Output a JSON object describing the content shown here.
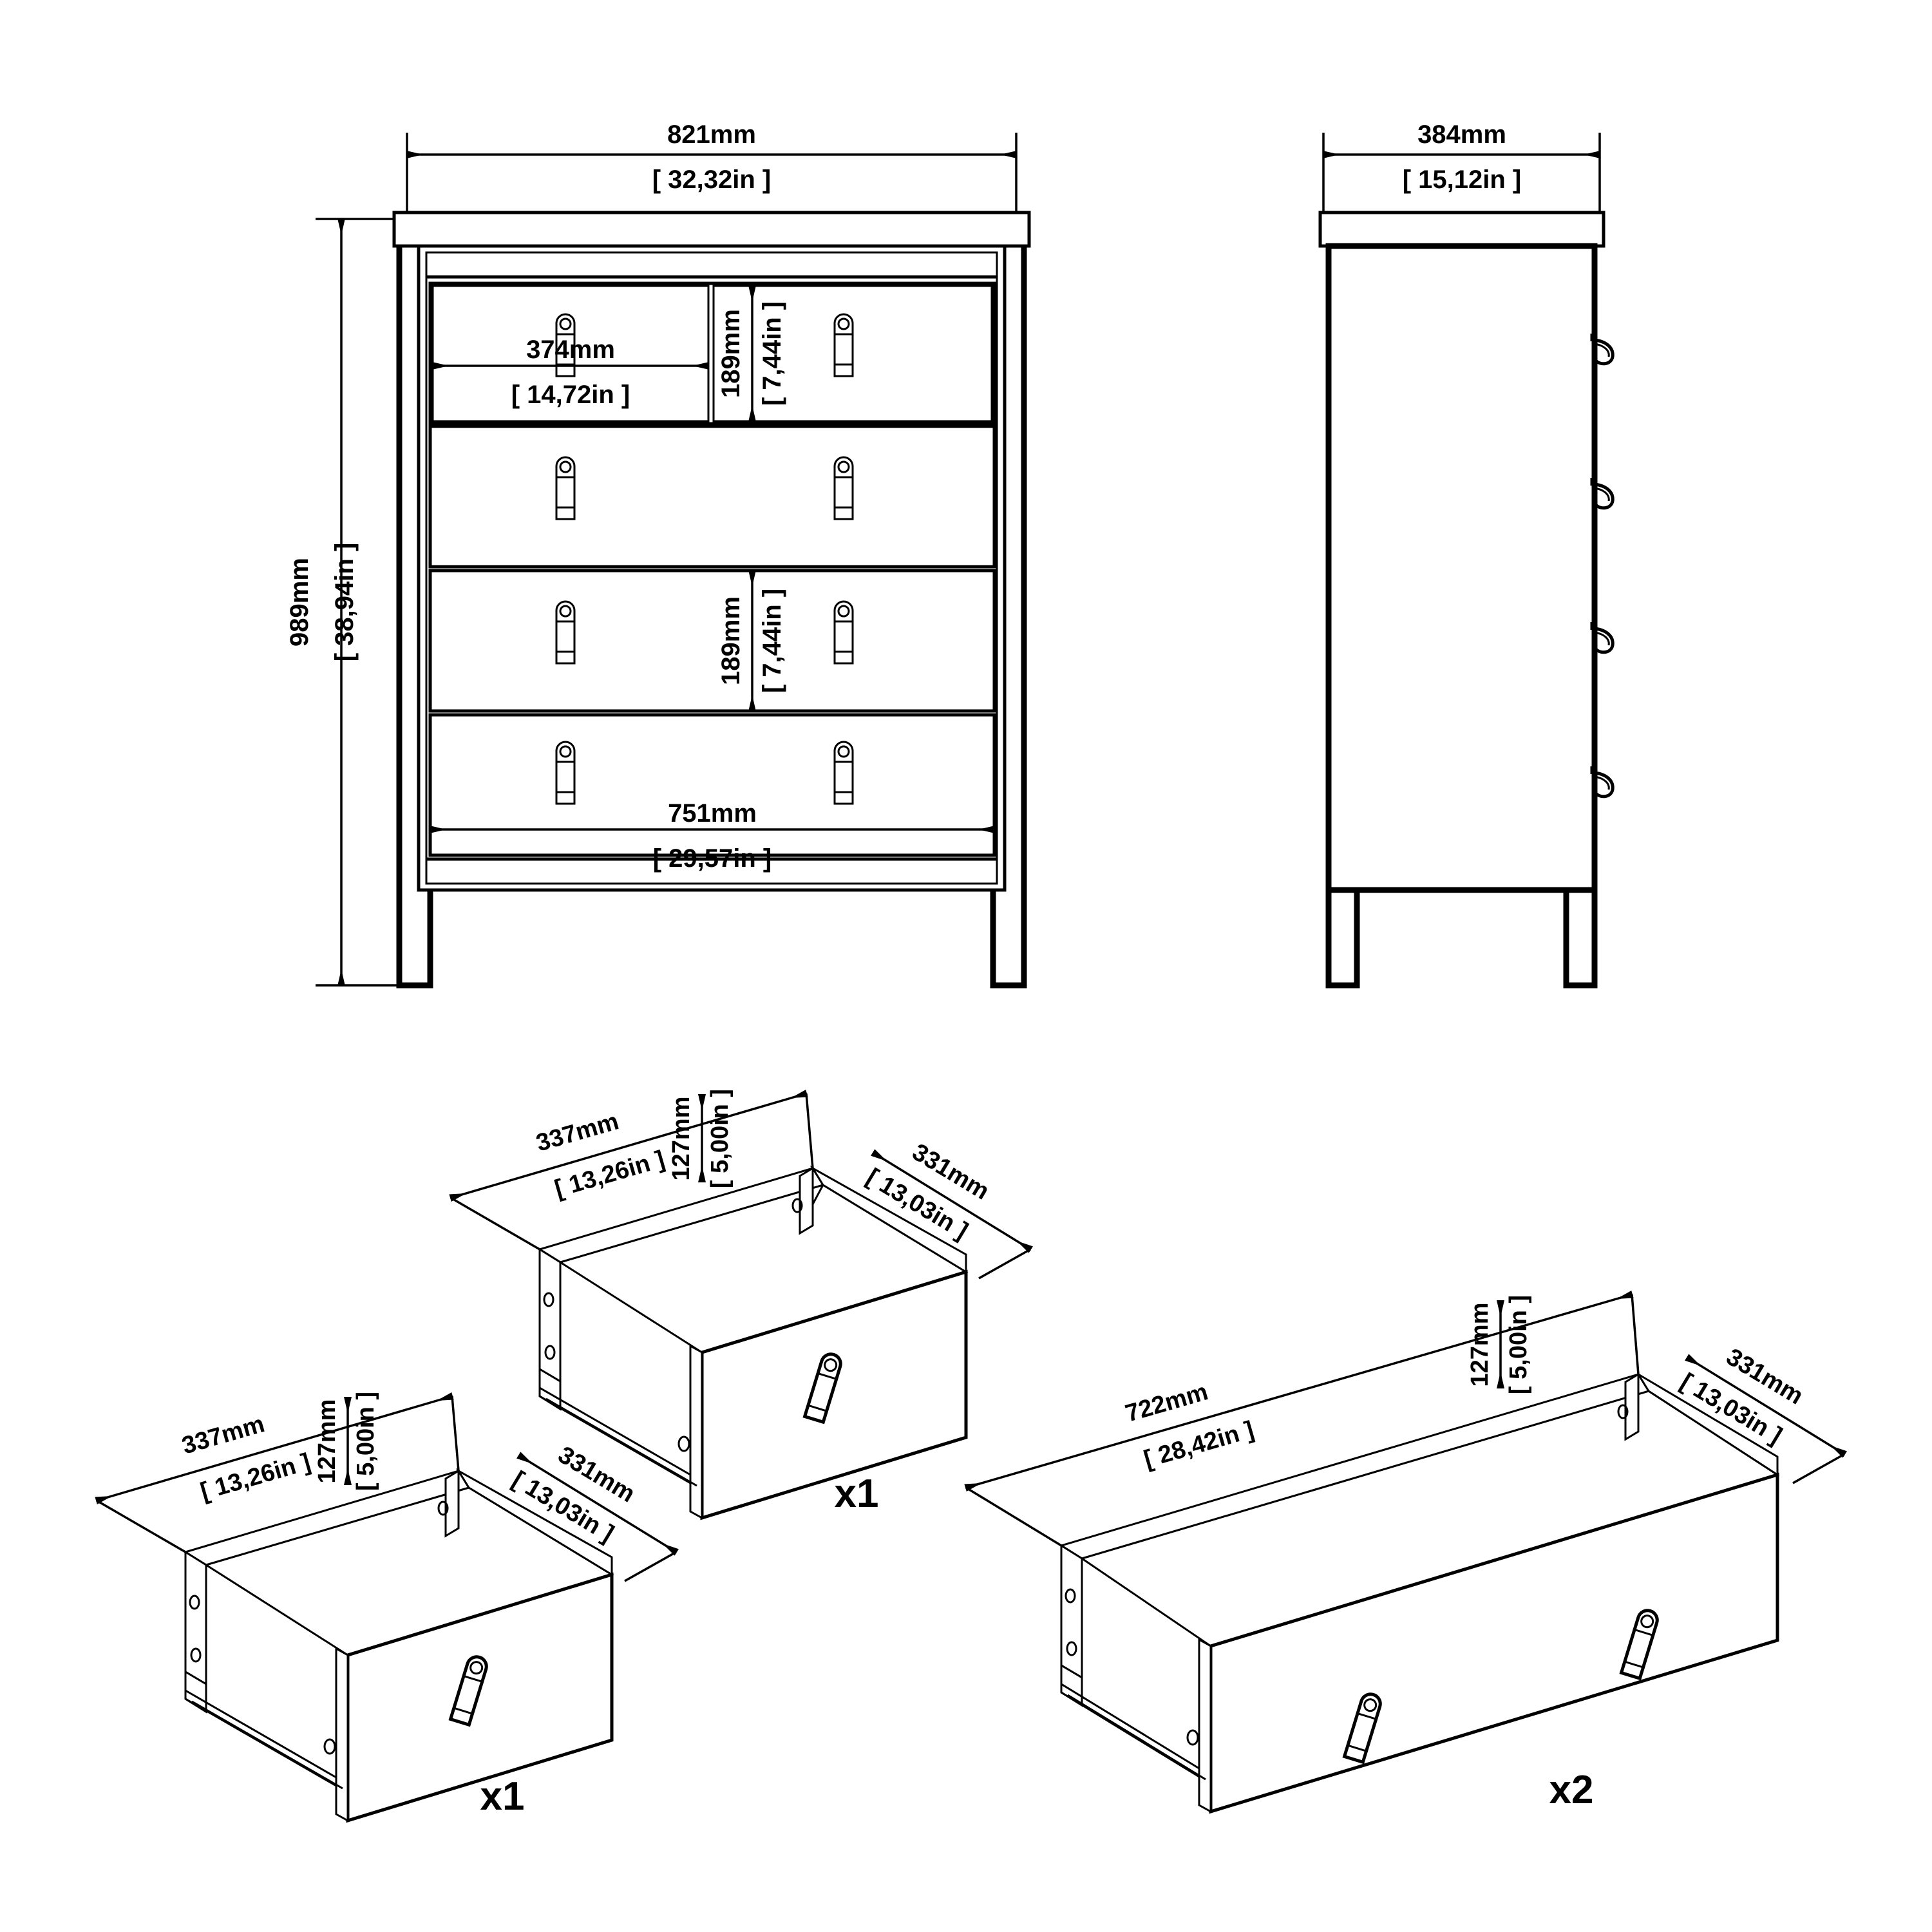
{
  "document": {
    "type": "furniture-assembly-dimension-drawing",
    "product": "5-drawer chest of drawers with leather strap pulls"
  },
  "views": {
    "front": {
      "name": "front-elevation",
      "dimensions": {
        "overall_width": {
          "mm": "821mm",
          "in": "[ 32,32in ]"
        },
        "overall_height": {
          "mm": "989mm",
          "in": "[ 38,94in ]"
        },
        "small_drawer_width": {
          "mm": "374mm",
          "in": "[ 14,72in ]"
        },
        "small_drawer_height": {
          "mm": "189mm",
          "in": "[ 7,44in ]"
        },
        "large_drawer_height": {
          "mm": "189mm",
          "in": "[ 7,44in ]"
        },
        "inner_width": {
          "mm": "751mm",
          "in": "[ 29,57in ]"
        }
      },
      "drawer_rows": [
        {
          "id": "row-1",
          "type": "split",
          "handles": 2
        },
        {
          "id": "row-2",
          "type": "full",
          "handles": 2
        },
        {
          "id": "row-3",
          "type": "full",
          "handles": 2
        },
        {
          "id": "row-4",
          "type": "full",
          "handles": 2
        }
      ]
    },
    "side": {
      "name": "side-elevation",
      "dimensions": {
        "overall_depth": {
          "mm": "384mm",
          "in": "[ 15,12in ]"
        }
      },
      "handle_count": 4
    }
  },
  "parts": [
    {
      "id": "part-small-drawer-a",
      "name": "small-drawer",
      "quantity": "x1",
      "dimensions": {
        "width": {
          "mm": "337mm",
          "in": "[ 13,26in ]"
        },
        "height": {
          "mm": "127mm",
          "in": "[ 5,00in ]"
        },
        "depth": {
          "mm": "331mm",
          "in": "[ 13,03in ]"
        }
      },
      "handles": 1
    },
    {
      "id": "part-small-drawer-b",
      "name": "small-drawer",
      "quantity": "x1",
      "dimensions": {
        "width": {
          "mm": "337mm",
          "in": "[ 13,26in ]"
        },
        "height": {
          "mm": "127mm",
          "in": "[ 5,00in ]"
        },
        "depth": {
          "mm": "331mm",
          "in": "[ 13,03in ]"
        }
      },
      "handles": 1
    },
    {
      "id": "part-wide-drawer",
      "name": "wide-drawer",
      "quantity": "x2",
      "dimensions": {
        "width": {
          "mm": "722mm",
          "in": "[ 28,42in ]"
        },
        "height": {
          "mm": "127mm",
          "in": "[ 5,00in ]"
        },
        "depth": {
          "mm": "331mm",
          "in": "[ 13,03in ]"
        }
      },
      "handles": 2
    }
  ],
  "colors": {
    "line": "#000000",
    "background": "#ffffff"
  }
}
